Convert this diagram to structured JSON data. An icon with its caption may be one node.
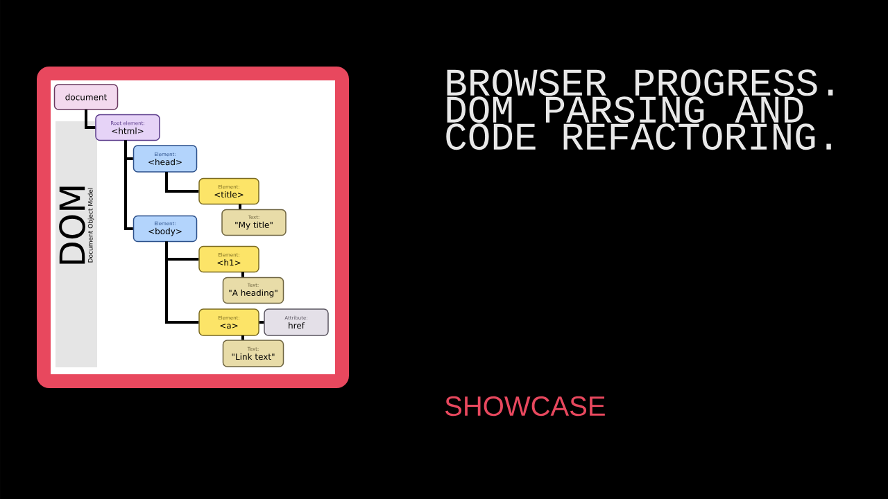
{
  "diagram": {
    "title": "BROWSER PROGRESS. DOM PARSING AND CODE REFACTORING.",
    "nodes": [
      {
        "text": [
          "document"
        ]
      },
      {
        "text": [
          "Root element:",
          "<html>"
        ]
      },
      {
        "text": [
          "Element:",
          "<head>"
        ]
      },
      {
        "text": [
          "Element:",
          "<title>"
        ]
      },
      {
        "text": [
          "Text:",
          "\"My title\""
        ]
      },
      {
        "text": [
          "Element:",
          "<body>"
        ]
      },
      {
        "text": [
          "Element:",
          "<h1>"
        ]
      },
      {
        "text": [
          "Text:",
          "\"A heading\""
        ]
      },
      {
        "text": [
          "Element:",
          "<a>"
        ]
      },
      {
        "text": [
          "Attribute:",
          "href"
        ]
      },
      {
        "text": [
          "Text:",
          "\"Link text\""
        ]
      }
    ],
    "edges": [
      {
        "from": 0,
        "to": 1,
        "arrow": "none"
      },
      {
        "from": 1,
        "to": 2,
        "arrow": "none"
      },
      {
        "from": 1,
        "to": 5,
        "arrow": "none"
      },
      {
        "from": 2,
        "to": 3,
        "arrow": "none"
      },
      {
        "from": 3,
        "to": 4,
        "arrow": "none"
      },
      {
        "from": 5,
        "to": 6,
        "arrow": "none"
      },
      {
        "from": 5,
        "to": 8,
        "arrow": "none"
      },
      {
        "from": 6,
        "to": 7,
        "arrow": "none"
      },
      {
        "from": 8,
        "to": 9,
        "arrow": "none"
      },
      {
        "from": 8,
        "to": 10,
        "arrow": "none"
      }
    ],
    "labels": [
      "DOM",
      "Document Object Model",
      "SHOWCASE"
    ]
  }
}
